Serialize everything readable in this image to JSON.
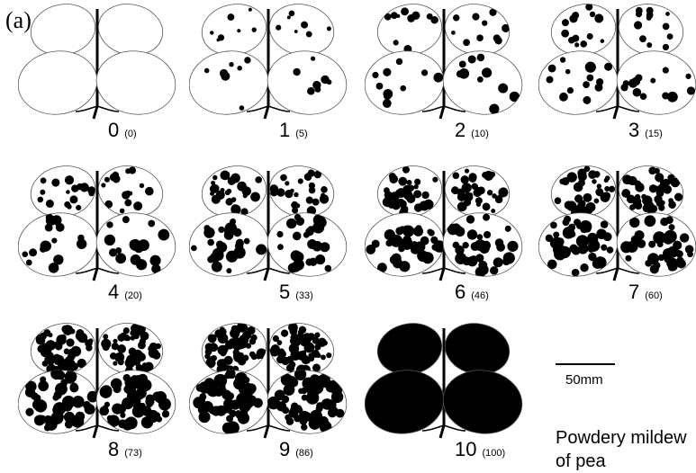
{
  "figure": {
    "panel_label": "(a)",
    "scale_bar_label": "50mm",
    "caption_line1": "Powdery mildew",
    "caption_line2": "of pea"
  },
  "levels": [
    {
      "score": "0",
      "percent": "(0)",
      "coverage": 0
    },
    {
      "score": "1",
      "percent": "(5)",
      "coverage": 5
    },
    {
      "score": "2",
      "percent": "(10)",
      "coverage": 10
    },
    {
      "score": "3",
      "percent": "(15)",
      "coverage": 15
    },
    {
      "score": "4",
      "percent": "(20)",
      "coverage": 20
    },
    {
      "score": "5",
      "percent": "(33)",
      "coverage": 33
    },
    {
      "score": "6",
      "percent": "(46)",
      "coverage": 46
    },
    {
      "score": "7",
      "percent": "(60)",
      "coverage": 60
    },
    {
      "score": "8",
      "percent": "(73)",
      "coverage": 73
    },
    {
      "score": "9",
      "percent": "(86)",
      "coverage": 86
    },
    {
      "score": "10",
      "percent": "(100)",
      "coverage": 100
    }
  ]
}
